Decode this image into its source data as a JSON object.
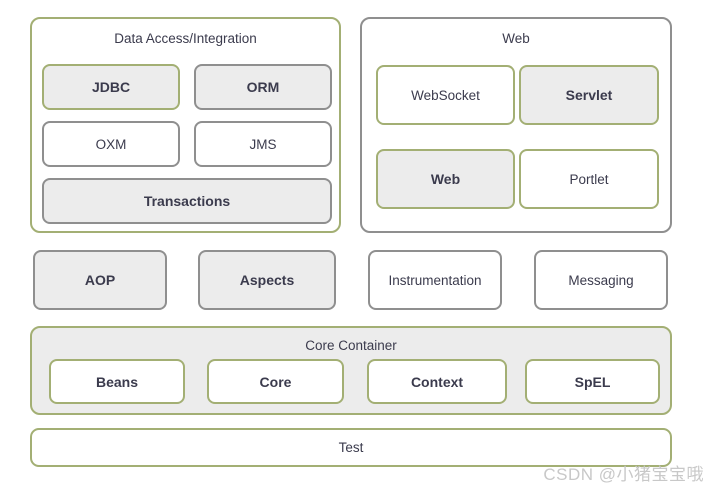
{
  "colors": {
    "green_border": "#a3af74",
    "gray_border": "#8f8f8f",
    "gray_fill": "#ececec",
    "text": "#3b3b4d",
    "watermark": "#c8c8c8"
  },
  "diagram": {
    "data_access": {
      "title": "Data Access/Integration",
      "boxes": [
        {
          "label": "JDBC"
        },
        {
          "label": "ORM"
        },
        {
          "label": "OXM"
        },
        {
          "label": "JMS"
        },
        {
          "label": "Transactions"
        }
      ]
    },
    "web": {
      "title": "Web",
      "boxes": [
        {
          "label": "WebSocket"
        },
        {
          "label": "Servlet"
        },
        {
          "label": "Web"
        },
        {
          "label": "Portlet"
        }
      ]
    },
    "middle_row": [
      {
        "label": "AOP"
      },
      {
        "label": "Aspects"
      },
      {
        "label": "Instrumentation"
      },
      {
        "label": "Messaging"
      }
    ],
    "core_container": {
      "title": "Core Container",
      "boxes": [
        {
          "label": "Beans"
        },
        {
          "label": "Core"
        },
        {
          "label": "Context"
        },
        {
          "label": "SpEL"
        }
      ]
    },
    "test": {
      "label": "Test"
    }
  },
  "watermark": "CSDN @小猪宝宝哦"
}
